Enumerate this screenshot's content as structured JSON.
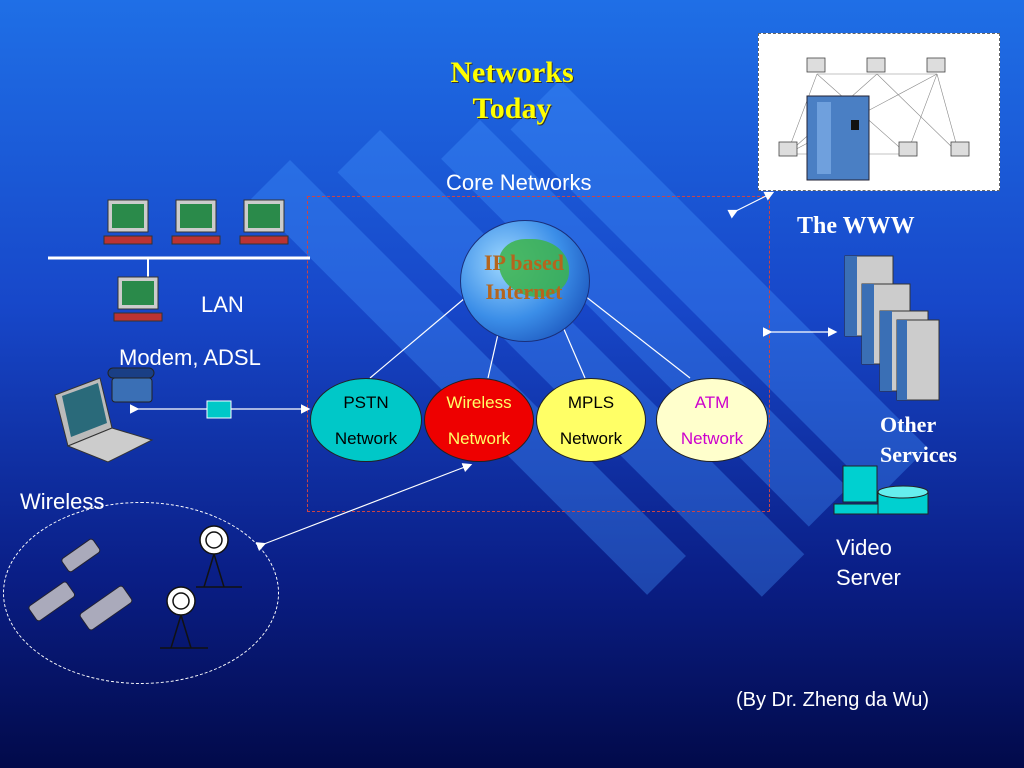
{
  "title_line1": "Networks",
  "title_line2": "Today",
  "core_networks_label": "Core Networks",
  "globe_label_line1": "IP based",
  "globe_label_line2": "Internet",
  "lan_label": "LAN",
  "modem_label": "Modem, ADSL",
  "wireless_label": "Wireless",
  "www_label": "The WWW",
  "other_services_line1": "Other",
  "other_services_line2": "Services",
  "video_server_line1": "Video",
  "video_server_line2": "Server",
  "credit": "(By Dr. Zheng da Wu)",
  "networks": [
    {
      "line1": "PSTN",
      "line2": "Network",
      "fill": "#00c8c8",
      "text_color": "#000000"
    },
    {
      "line1": "Wireless",
      "line2": "Network",
      "fill": "#ee0000",
      "text_color": "#ffff66"
    },
    {
      "line1": "MPLS",
      "line2": "Network",
      "fill": "#ffff66",
      "text_color": "#000000"
    },
    {
      "line1": "ATM",
      "line2": "Network",
      "fill": "#ffffcc",
      "text_color": "#cc00cc"
    }
  ],
  "colors": {
    "title": "#ffff00",
    "globe_text": "#b5651d",
    "background": "#1747c9"
  }
}
